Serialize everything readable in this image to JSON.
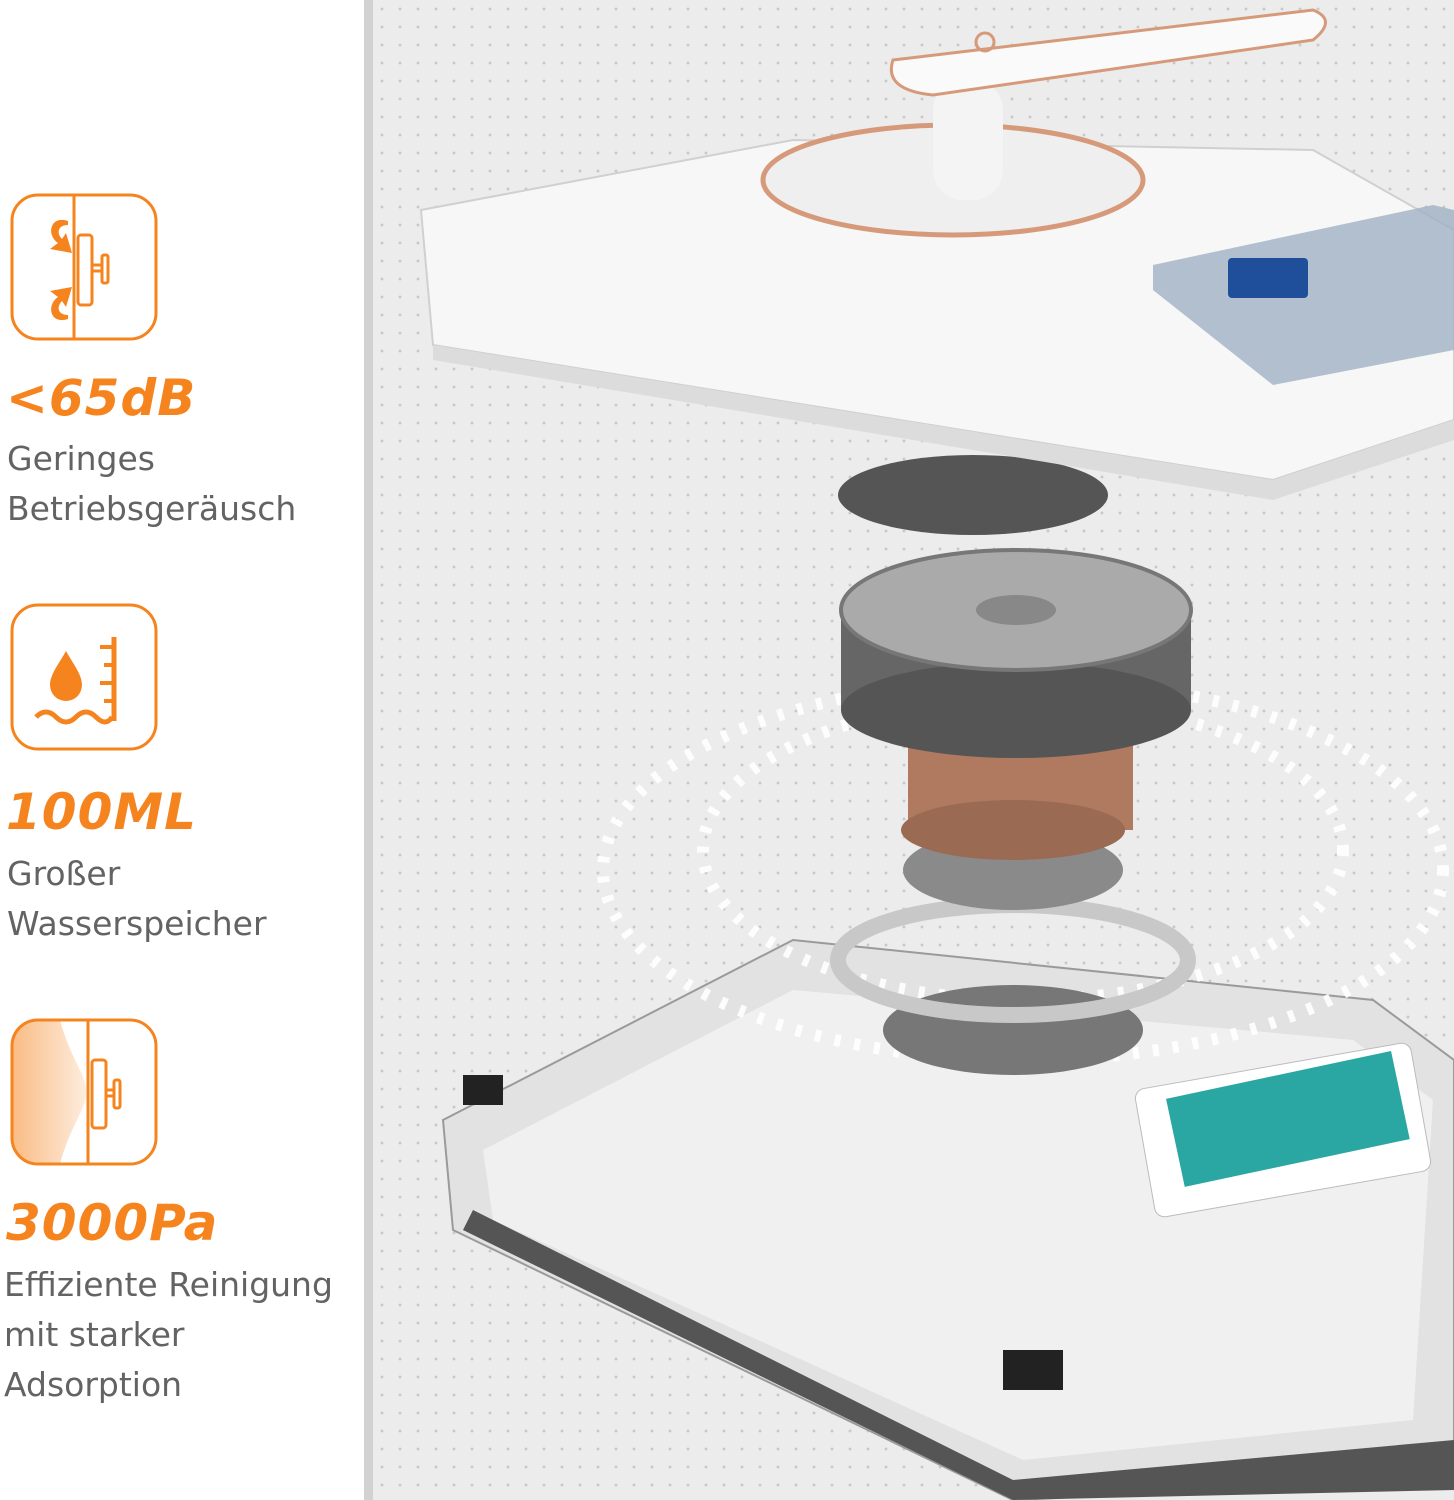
{
  "colors": {
    "accent": "#f5841f",
    "text": "#636363",
    "background": "#ececec"
  },
  "features": [
    {
      "icon": "window-robot-rotation-icon",
      "value": "<65dB",
      "desc_lines": [
        "Geringes",
        "Betriebsgeräusch"
      ]
    },
    {
      "icon": "water-drop-level-icon",
      "value": "100ML",
      "desc_lines": [
        "Großer",
        "Wasserspeicher"
      ]
    },
    {
      "icon": "suction-pressure-icon",
      "value": "3000Pa",
      "desc_lines": [
        "Effiziente Reinigung",
        "mit starker",
        "Adsorption"
      ]
    }
  ]
}
